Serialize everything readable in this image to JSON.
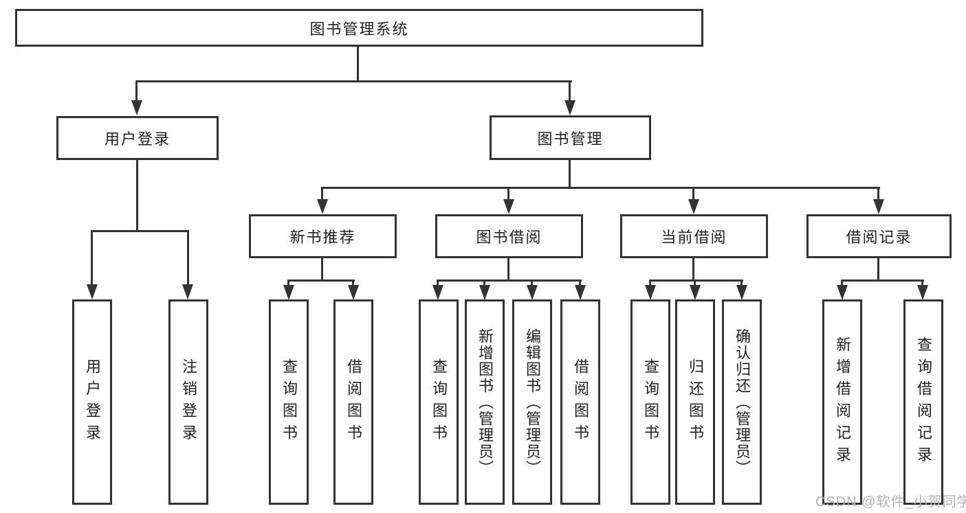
{
  "colors": {
    "line": "#333333",
    "box_border": "#333333",
    "text": "#212121",
    "watermark": "#b3b3b3",
    "background": "#ffffff"
  },
  "watermark": {
    "text": "CSDN @软件_小贺同学"
  },
  "tree": {
    "root": {
      "label": "图书管理系统"
    },
    "branches": [
      {
        "label": "用户登录",
        "children": [
          {
            "label": "用户登录"
          },
          {
            "label": "注销登录"
          }
        ]
      },
      {
        "label": "图书管理",
        "children": [
          {
            "label": "新书推荐",
            "children": [
              {
                "label": "查询图书"
              },
              {
                "label": "借阅图书"
              }
            ]
          },
          {
            "label": "图书借阅",
            "children": [
              {
                "label": "查询图书"
              },
              {
                "label": "新增图书（管理员）"
              },
              {
                "label": "编辑图书（管理员）"
              },
              {
                "label": "借阅图书"
              }
            ]
          },
          {
            "label": "当前借阅",
            "children": [
              {
                "label": "查询图书"
              },
              {
                "label": "归还图书"
              },
              {
                "label": "确认归还（管理员）"
              }
            ]
          },
          {
            "label": "借阅记录",
            "children": [
              {
                "label": "新增借阅记录"
              },
              {
                "label": "查询借阅记录"
              }
            ]
          }
        ]
      }
    ]
  }
}
